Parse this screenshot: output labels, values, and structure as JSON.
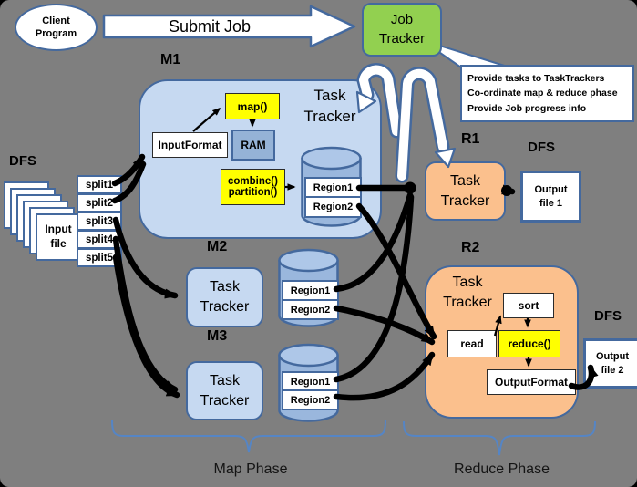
{
  "colors": {
    "background": "#7f7f7f",
    "node_border_blue": "#44699e",
    "light_blue_fill": "#c6d9f1",
    "medium_blue_fill": "#95b3d7",
    "cylinder_fill": "#9ab7dd",
    "green_fill": "#92d050",
    "peach_fill": "#fbc08d",
    "yellow_fill": "#ffff00",
    "brace_blue": "#5585c5",
    "connector_black": "#000000"
  },
  "client": {
    "line1": "Client",
    "line2": "Program"
  },
  "submit_job": {
    "label": "Submit Job"
  },
  "job_tracker": {
    "line1": "Job",
    "line2": "Tracker"
  },
  "callout": {
    "lines": [
      "Provide tasks to TaskTrackers",
      "Co-ordinate map & reduce phase",
      "Provide Job progress info"
    ]
  },
  "dfs_labels": {
    "left": "DFS",
    "r1": "DFS",
    "r2": "DFS"
  },
  "input_stack": {
    "line1": "Input",
    "line2": "file"
  },
  "splits": [
    "split1",
    "split2",
    "split3",
    "split4",
    "split5"
  ],
  "map_phase": {
    "phase_label": "Map Phase",
    "m1": {
      "label": "M1",
      "tt1": "Task",
      "tt2": "Tracker",
      "map_fn": "map()",
      "input_format": "InputFormat",
      "ram": "RAM",
      "combine_fn": "combine()",
      "partition_fn": "partition()",
      "regions": [
        "Region1",
        "Region2"
      ]
    },
    "m2": {
      "label": "M2",
      "tt1": "Task",
      "tt2": "Tracker",
      "regions": [
        "Region1",
        "Region2"
      ]
    },
    "m3": {
      "label": "M3",
      "tt1": "Task",
      "tt2": "Tracker",
      "regions": [
        "Region1",
        "Region2"
      ]
    }
  },
  "reduce_phase": {
    "phase_label": "Reduce Phase",
    "r1": {
      "label": "R1",
      "tt1": "Task",
      "tt2": "Tracker",
      "output_file_line1": "Output",
      "output_file_line2": "file 1"
    },
    "r2": {
      "label": "R2",
      "tt1": "Task",
      "tt2": "Tracker",
      "read": "read",
      "sort": "sort",
      "reduce_fn": "reduce()",
      "output_format": "OutputFormat",
      "output_file_line1": "Output",
      "output_file_line2": "file 2"
    }
  }
}
